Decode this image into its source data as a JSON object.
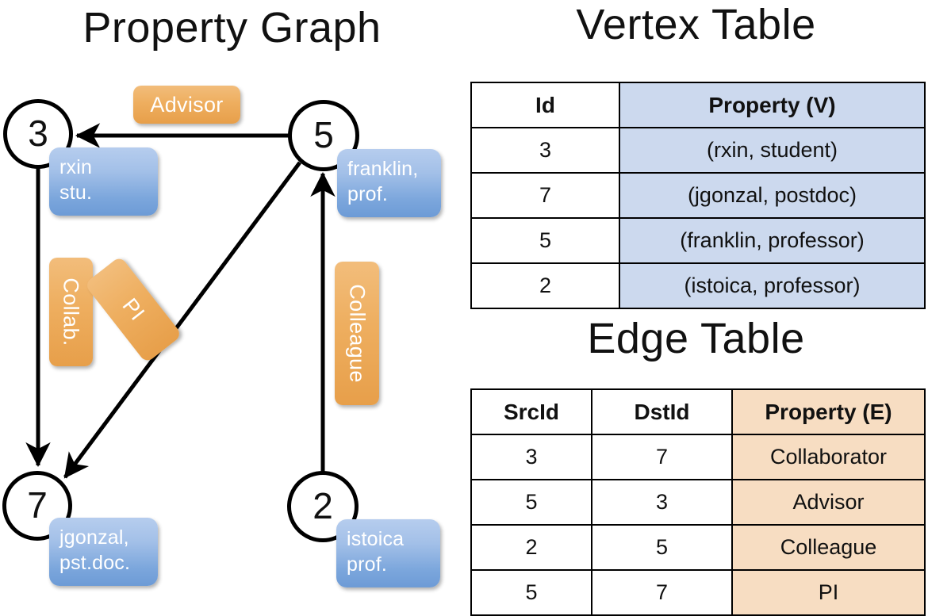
{
  "titles": {
    "graph": "Property Graph",
    "vertex_table": "Vertex Table",
    "edge_table": "Edge Table"
  },
  "graph": {
    "nodes": [
      {
        "id": "3",
        "property_lines": [
          "rxin",
          "stu."
        ]
      },
      {
        "id": "5",
        "property_lines": [
          "franklin,",
          "prof."
        ]
      },
      {
        "id": "7",
        "property_lines": [
          "jgonzal,",
          "pst.doc."
        ]
      },
      {
        "id": "2",
        "property_lines": [
          "istoica",
          "prof."
        ]
      }
    ],
    "edge_labels": [
      {
        "label": "Advisor",
        "orientation": "horizontal"
      },
      {
        "label": "Collab.",
        "orientation": "vertical"
      },
      {
        "label": "PI",
        "orientation": "diagonal"
      },
      {
        "label": "Colleague",
        "orientation": "vertical"
      }
    ]
  },
  "vertex_table": {
    "headers": [
      "Id",
      "Property (V)"
    ],
    "rows": [
      [
        "3",
        "(rxin, student)"
      ],
      [
        "7",
        "(jgonzal, postdoc)"
      ],
      [
        "5",
        "(franklin, professor)"
      ],
      [
        "2",
        "(istoica, professor)"
      ]
    ]
  },
  "edge_table": {
    "headers": [
      "SrcId",
      "DstId",
      "Property (E)"
    ],
    "rows": [
      [
        "3",
        "7",
        "Collaborator"
      ],
      [
        "5",
        "3",
        "Advisor"
      ],
      [
        "2",
        "5",
        "Colleague"
      ],
      [
        "5",
        "7",
        "PI"
      ]
    ]
  },
  "colors": {
    "vertex_property_fill": "#ccd9ee",
    "edge_property_fill": "#f7ddc2",
    "vertex_box": "#7ba6dc",
    "edge_box": "#eeae5f",
    "stroke": "#000000"
  },
  "chart_data": {
    "type": "diagram",
    "title": "Property Graph",
    "nodes": [
      {
        "id": 3,
        "name": "rxin",
        "role": "student"
      },
      {
        "id": 7,
        "name": "jgonzal",
        "role": "postdoc"
      },
      {
        "id": 5,
        "name": "franklin",
        "role": "professor"
      },
      {
        "id": 2,
        "name": "istoica",
        "role": "professor"
      }
    ],
    "edges": [
      {
        "src": 3,
        "dst": 7,
        "property": "Collaborator"
      },
      {
        "src": 5,
        "dst": 3,
        "property": "Advisor"
      },
      {
        "src": 2,
        "dst": 5,
        "property": "Colleague"
      },
      {
        "src": 5,
        "dst": 7,
        "property": "PI"
      }
    ]
  }
}
